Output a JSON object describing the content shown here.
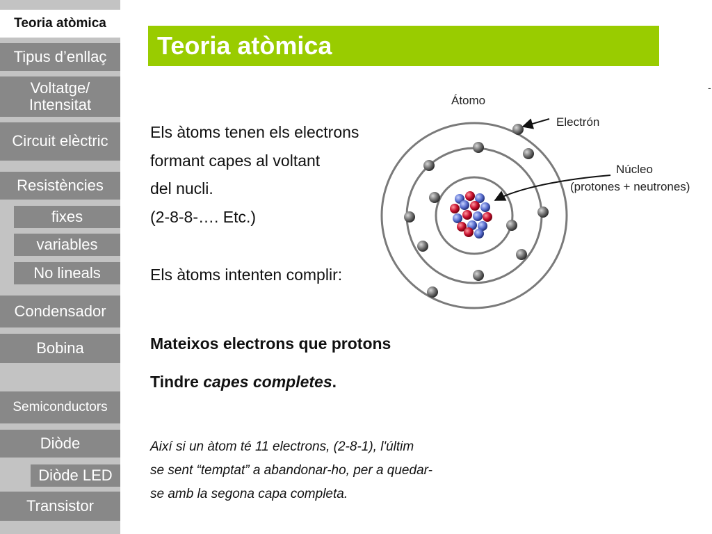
{
  "sidebar": {
    "active": "Teoria atòmica",
    "items": [
      "Tipus d’enllaç",
      "Voltatge/ Intensitat",
      "Circuit elèctric",
      "Resistències",
      "fixes",
      "variables",
      "No lineals",
      "Condensador",
      "Bobina",
      "Semiconductors",
      "Diòde",
      "Diòde LED",
      "Transistor"
    ]
  },
  "header": {
    "title": "Teoria atòmica"
  },
  "body": {
    "lines": [
      "Els àtoms tenen els electrons",
      "formant capes al voltant",
      "del nucli.",
      "(2-8-8-…. Etc.)"
    ],
    "intent": "Els àtoms intenten complir:",
    "rule1": "Mateixos electrons que protons",
    "rule2_prefix": "Tindre ",
    "rule2_em": "capes completes",
    "rule2_suffix": ".",
    "example": [
      "Així si un àtom té 11 electrons, (2-8-1), l'últim",
      "se sent “temptat” a abandonar-ho, per a quedar-",
      "se amb la segona capa completa."
    ]
  },
  "diagram": {
    "title": "Átomo",
    "electron_label": "Electrón",
    "nucleus_label": "Núcleo",
    "nucleus_sub": "(protones + neutrones)"
  },
  "colors": {
    "accent": "#99cc00",
    "sidebar_bg": "#c3c3c3",
    "nav_bg": "#888888"
  },
  "misc": {
    "dash": "-"
  }
}
